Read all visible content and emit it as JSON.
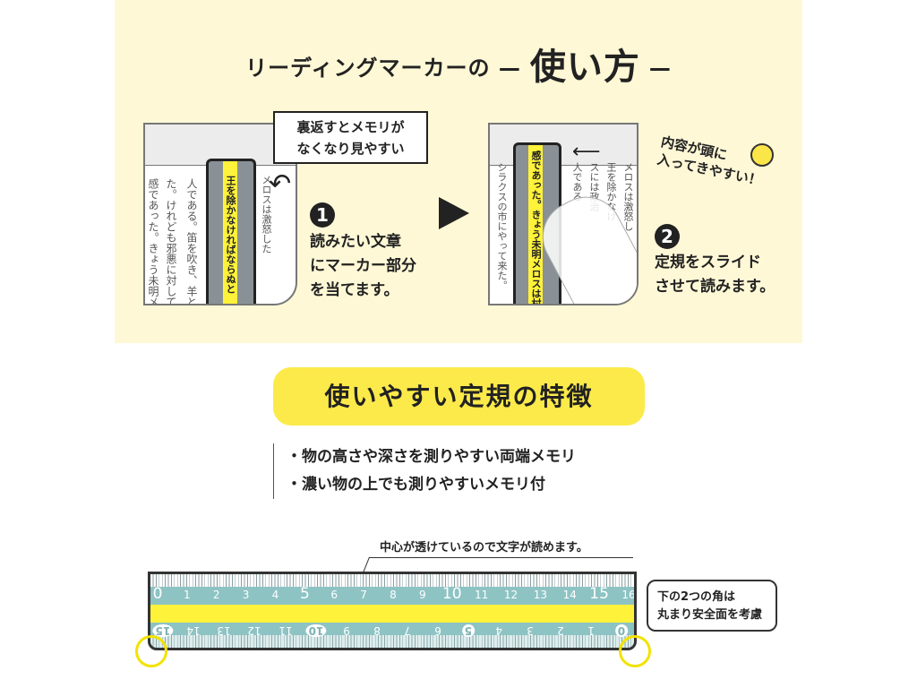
{
  "title": {
    "prefix": "リーディングマーカーの —",
    "main": "使い方",
    "suffix": "—"
  },
  "step1": {
    "callout": [
      "裏返すとメモリが",
      "なくなり見やすい"
    ],
    "number": "1",
    "text": [
      "読みたい文章",
      "にマーカー部分",
      "を当てます。"
    ],
    "book_lines": [
      "人である。笛を吹き、羊と",
      "た。けれども邪悪に対して",
      "感であった。きょう未明メ"
    ],
    "marker_text": "王を除かなければならぬと",
    "under_text": "メロスは激怒した"
  },
  "step2": {
    "number": "2",
    "text": [
      "定規をスライド",
      "させて読みます。"
    ],
    "note": [
      "内容が頭に",
      "入ってきやすい！"
    ],
    "book_lines": [
      "メロスは激怒し",
      "王を除かなけ",
      "スには政治",
      "人である",
      "シラクスの市にやって来た。"
    ],
    "marker_text": "感であった。きょう未明メロスは村"
  },
  "features": {
    "heading": "使いやすい定規の特徴",
    "items": [
      "・物の高さや深さを測りやすい両端メモリ",
      "・濃い物の上でも測りやすいメモリ付"
    ]
  },
  "ruler": {
    "caption": "中心が透けているので文字が読めます。",
    "top_numbers": [
      "0",
      "1",
      "2",
      "3",
      "4",
      "5",
      "6",
      "7",
      "8",
      "9",
      "10",
      "11",
      "12",
      "13",
      "14",
      "15",
      "16"
    ],
    "bottom_numbers": [
      "15",
      "14",
      "13",
      "12",
      "11",
      "10",
      "9",
      "8",
      "7",
      "6",
      "5",
      "4",
      "3",
      "2",
      "1",
      "0"
    ],
    "bubble": [
      "下の2つの角は",
      "丸まり安全面を考慮"
    ]
  },
  "colors": {
    "panel": "#fef8d6",
    "yellow": "#fcea4a",
    "teal": "#8ec3c4"
  }
}
